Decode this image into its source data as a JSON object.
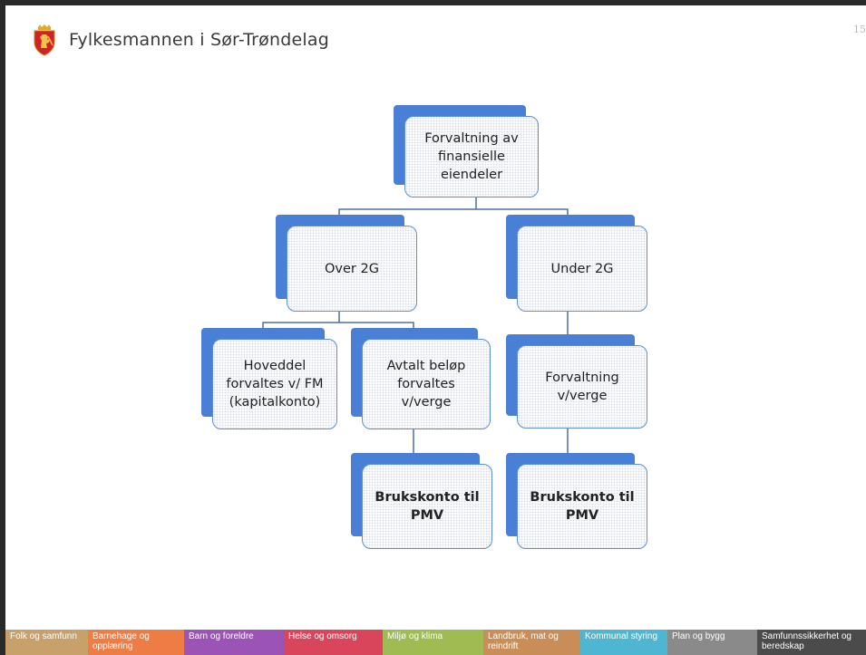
{
  "header": {
    "org_name": "Fylkesmannen i Sør-Trøndelag",
    "page_number": "15",
    "crest_icon": "norwegian-lion-crest-icon"
  },
  "diagram": {
    "root": "Forvaltning av\nfinansielle\neiendeler",
    "branch_left": "Over 2G",
    "branch_right": "Under 2G",
    "left_child_a": "Hoveddel\nforvaltes v/ FM\n(kapitalkonto)",
    "left_child_b": "Avtalt beløp\nforvaltes\nv/verge",
    "right_child": "Forvaltning\nv/verge",
    "left_leaf": "Brukskonto til\nPMV",
    "right_leaf": "Brukskonto til\nPMV"
  },
  "colors": {
    "node_shadow": "#4a7fd6",
    "node_border": "#5d8fd8",
    "connector": "#4f6fa6"
  },
  "footer": {
    "tabs": [
      {
        "label": "Folk og samfunn",
        "color": "#c8a06a"
      },
      {
        "label": "Barnehage og opplæring",
        "color": "#ee7d45"
      },
      {
        "label": "Barn og foreldre",
        "color": "#9b53b5"
      },
      {
        "label": "Helse og omsorg",
        "color": "#d9465c"
      },
      {
        "label": "Miljø og klima",
        "color": "#9fbb52"
      },
      {
        "label": "Landbruk, mat og reindrift",
        "color": "#c98e58"
      },
      {
        "label": "Kommunal styring",
        "color": "#4fb6d2"
      },
      {
        "label": "Plan og bygg",
        "color": "#8a8a8a"
      },
      {
        "label": "Samfunnssikkerhet og beredskap",
        "color": "#4b4b4b"
      }
    ]
  }
}
